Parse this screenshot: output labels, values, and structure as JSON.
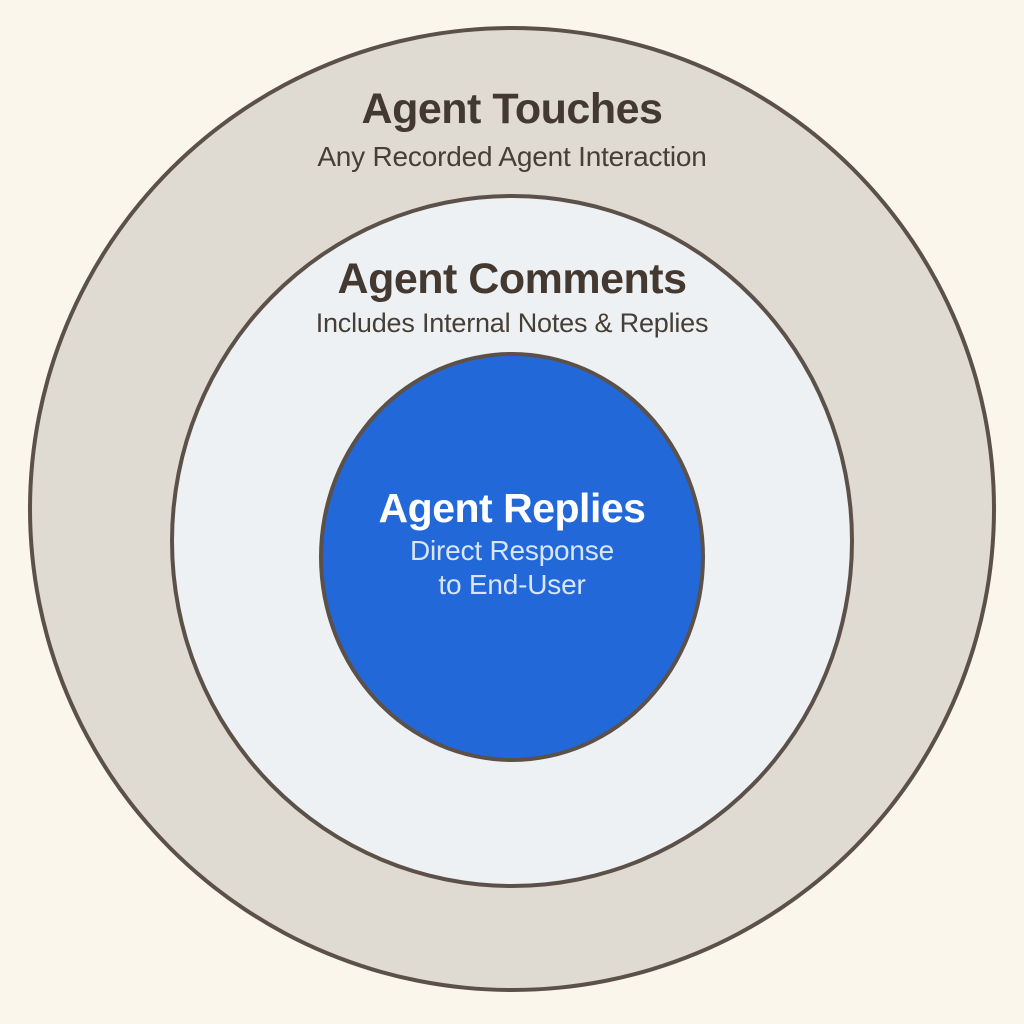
{
  "page": {
    "background": "#fbf6eb",
    "ring_border_color": "#5c5149"
  },
  "rings": [
    {
      "id": "agent-touches",
      "label": "Agent Touches",
      "description": "Any Recorded Agent Interaction",
      "fill": "#dfdad2",
      "label_color": "#443930",
      "description_color": "#473f36"
    },
    {
      "id": "agent-comments",
      "label": "Agent Comments",
      "description": "Includes Internal Notes & Replies",
      "fill": "#eef1f4",
      "label_color": "#443930",
      "description_color": "#473f36"
    },
    {
      "id": "agent-replies",
      "label": "Agent Replies",
      "description": "Direct Response\nto End-User",
      "fill": "#2268d9",
      "label_color": "#ffffff",
      "description_color": "#d8e5fa"
    }
  ]
}
